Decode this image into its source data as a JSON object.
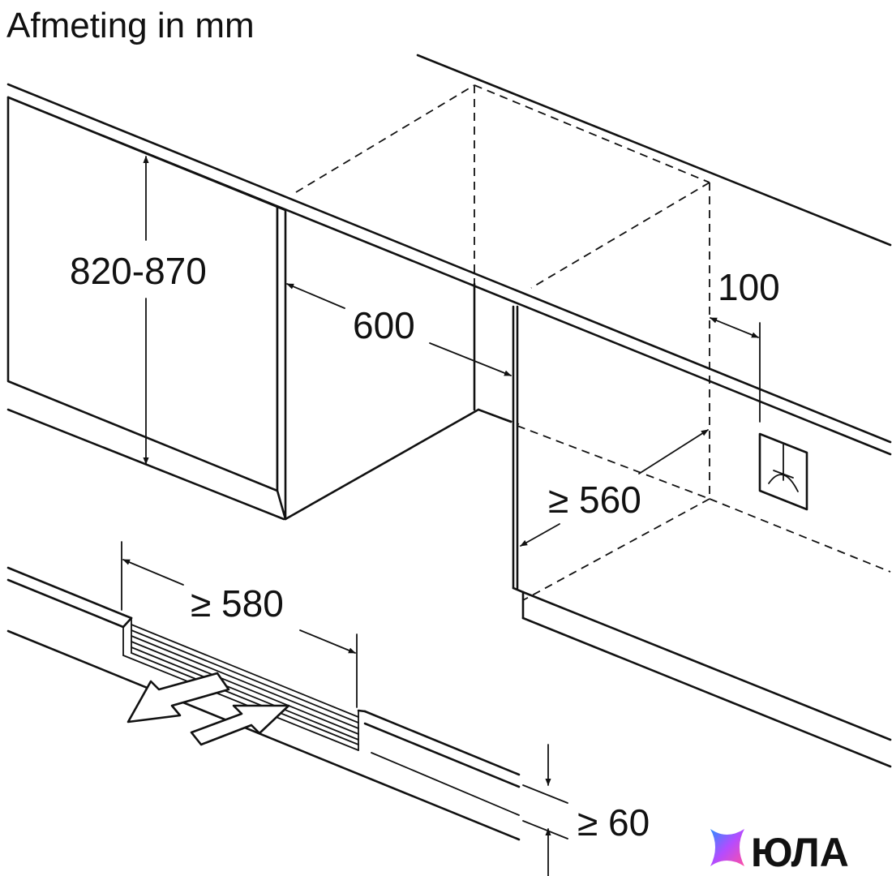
{
  "title": "Afmeting in mm",
  "dimensions": {
    "height": "820-870",
    "niche_width": "600",
    "socket_offset": "100",
    "depth": "≥ 560",
    "vent_width": "≥ 580",
    "plinth_height": "≥ 60"
  },
  "icons": {
    "socket": "power-socket-icon",
    "air_out": "air-outlet-arrow-icon",
    "air_in": "air-inlet-arrow-icon"
  },
  "logo": {
    "text": "ЮЛА",
    "colors": [
      "#2d8cff",
      "#b44cff",
      "#ff4fa3"
    ]
  }
}
